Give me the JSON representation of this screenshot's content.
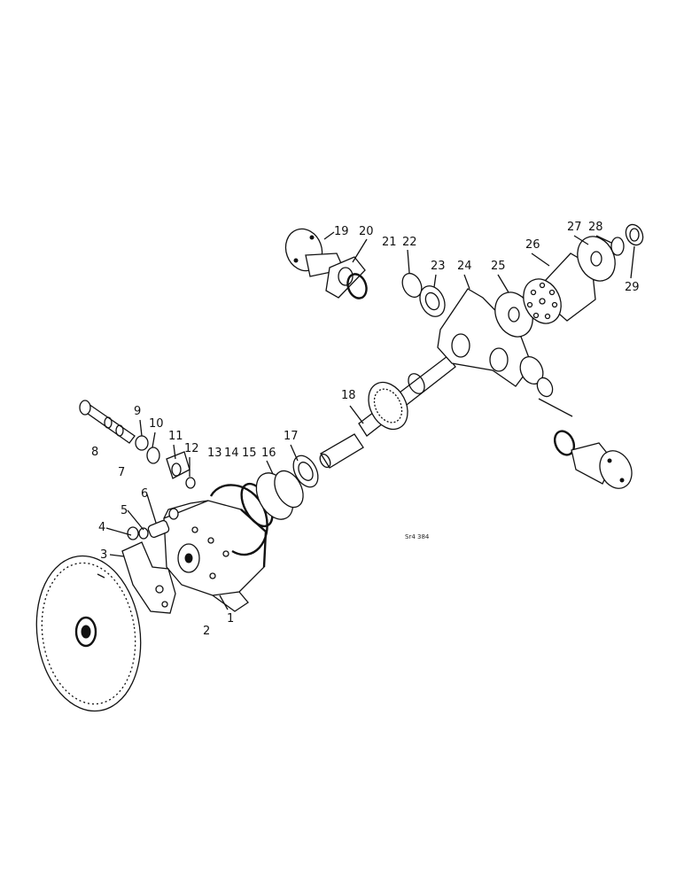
{
  "diagram": {
    "ref_code": "Sr4 384",
    "callouts": [
      "1",
      "2",
      "3",
      "4",
      "5",
      "6",
      "7",
      "8",
      "9",
      "10",
      "11",
      "12",
      "13",
      "14",
      "15",
      "16",
      "17",
      "18",
      "19",
      "20",
      "21",
      "22",
      "23",
      "24",
      "25",
      "26",
      "27",
      "28",
      "29"
    ]
  }
}
